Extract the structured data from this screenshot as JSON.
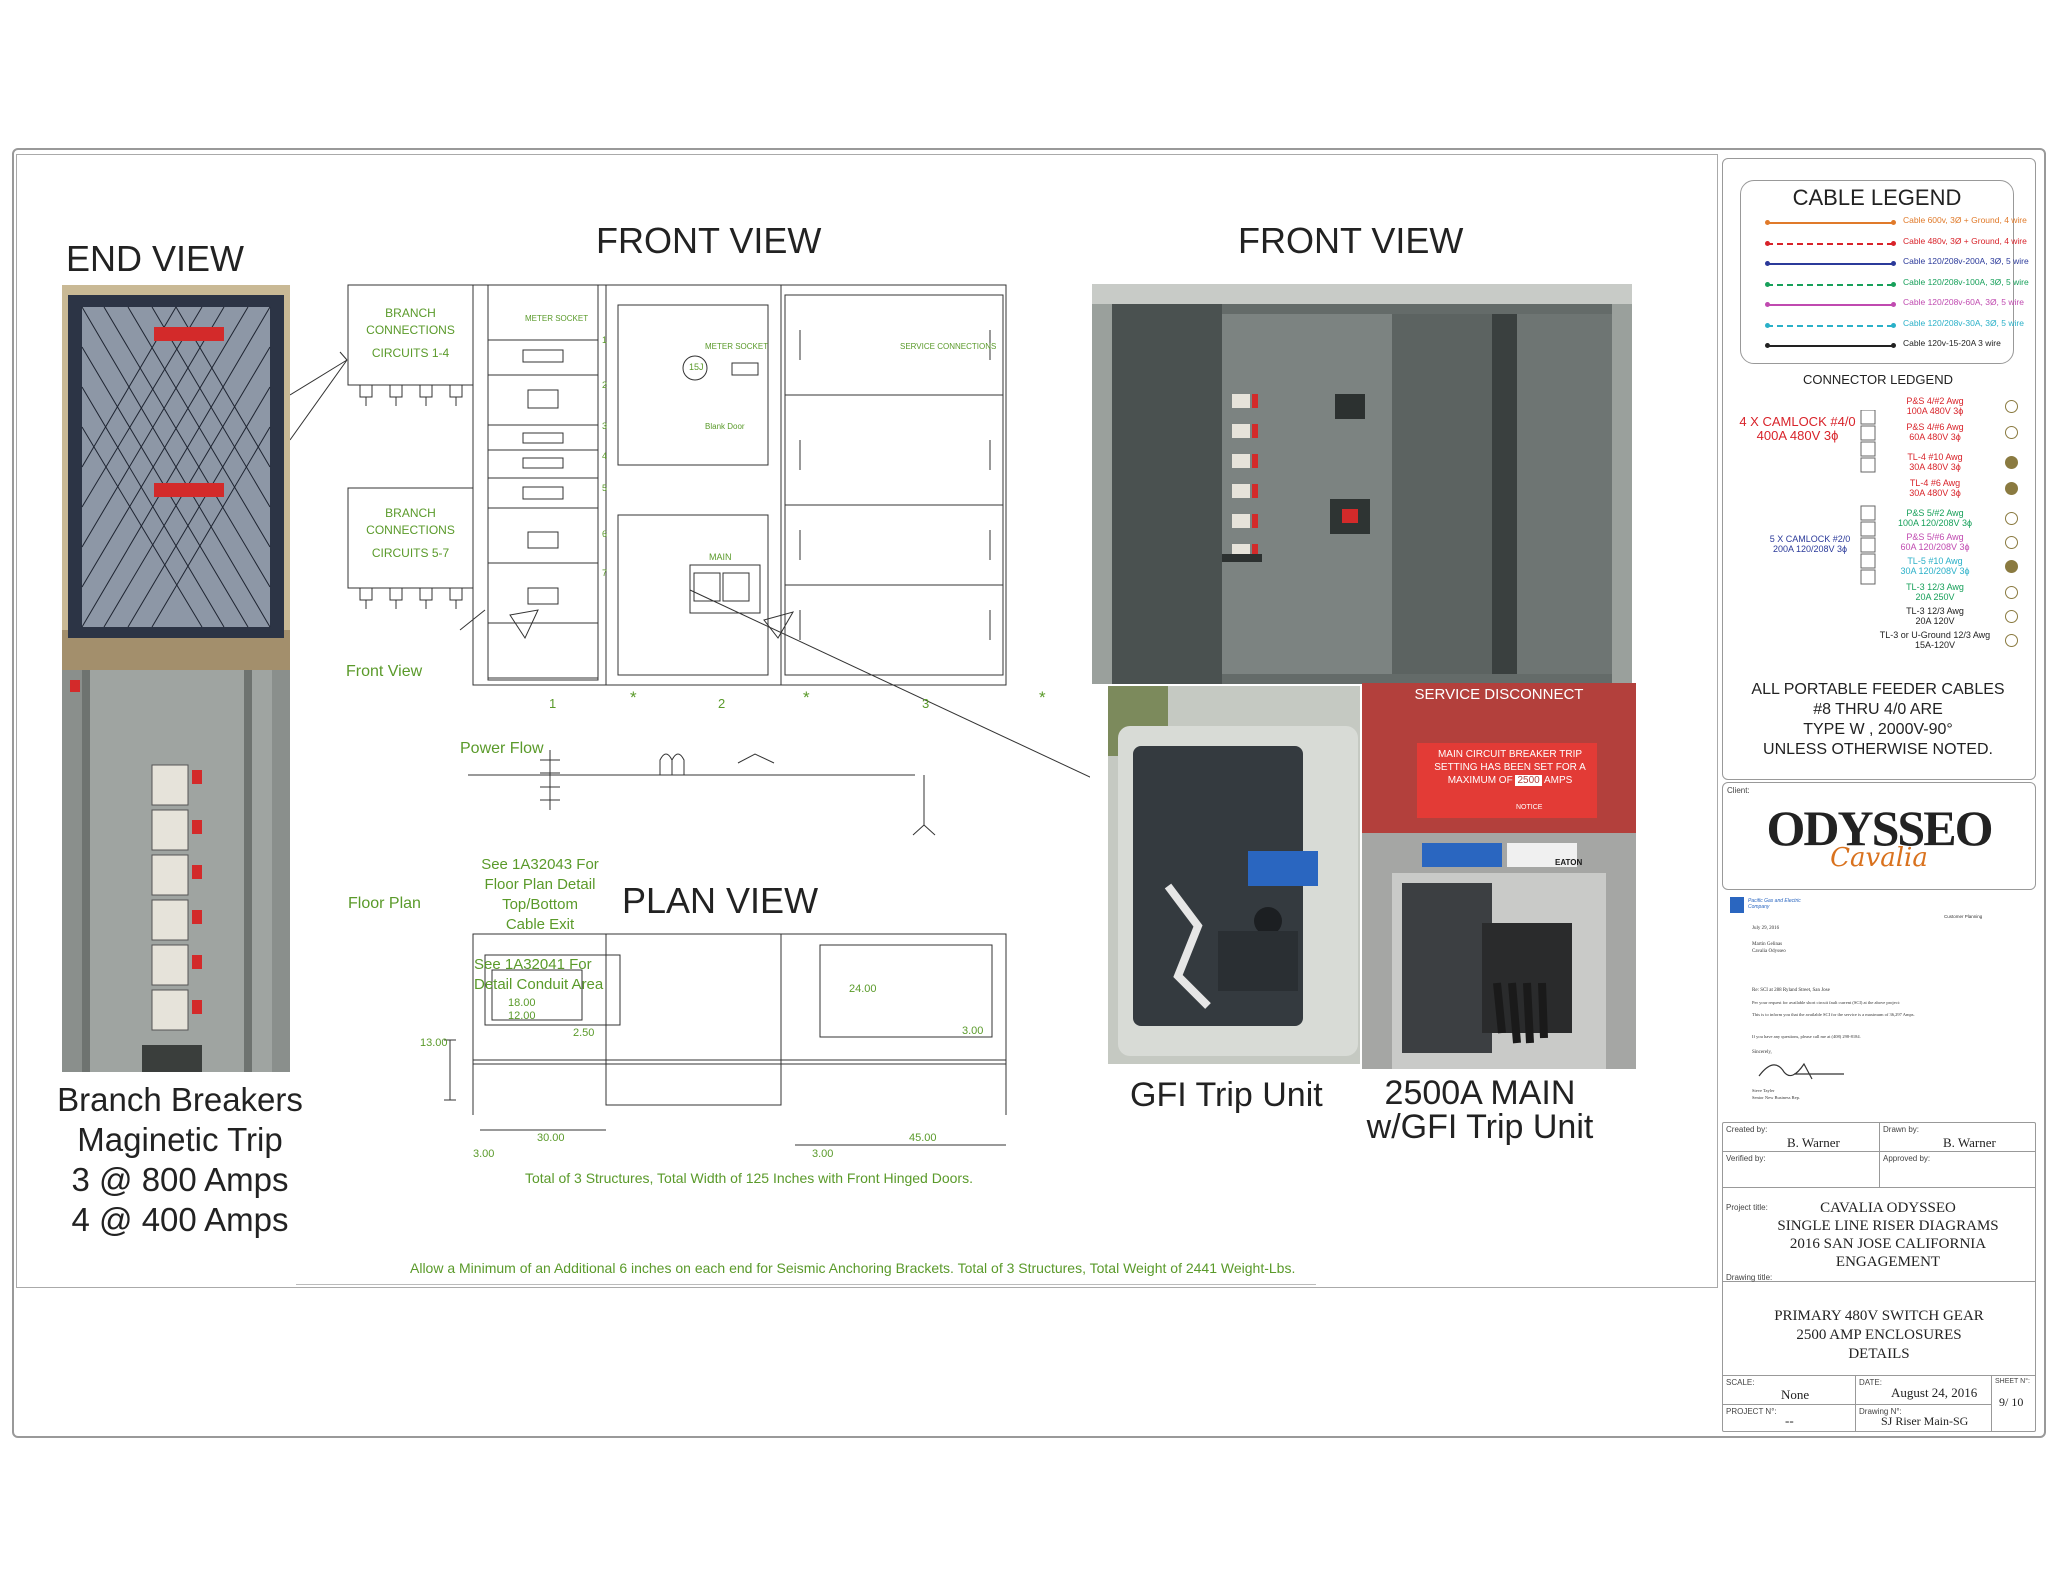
{
  "views": {
    "end_view": "END VIEW",
    "front_view_drawing": "FRONT VIEW",
    "front_view_photo": "FRONT VIEW",
    "plan_view": "PLAN VIEW"
  },
  "captions": {
    "branch_line1": "Branch Breakers",
    "branch_line2": "Maginetic Trip",
    "branch_line3": "3 @ 800 Amps",
    "branch_line4": "4 @ 400 Amps",
    "gfi": "GFI Trip Unit",
    "main_line1": "2500A MAIN",
    "main_line2": "w/GFI Trip Unit"
  },
  "drawing": {
    "branch_a_line1": "BRANCH",
    "branch_a_line2": "CONNECTIONS",
    "branch_a_line3": "CIRCUITS 1-4",
    "branch_b_line1": "BRANCH",
    "branch_b_line2": "CONNECTIONS",
    "branch_b_line3": "CIRCUITS 5-7",
    "meter_socket_1": "METER SOCKET",
    "meter_socket_2": "METER SOCKET",
    "meter_15j": "15J",
    "blank_door": "Blank Door",
    "service_connections": "SERVICE CONNECTIONS",
    "main": "MAIN",
    "front_view": "Front View",
    "power_flow": "Power Flow",
    "floor_plan": "Floor Plan",
    "note_1a32043_l1": "See 1A32043 For",
    "note_1a32043_l2": "Floor Plan Detail",
    "note_1a32043_l3": "Top/Bottom",
    "note_1a32043_l4": "Cable Exit",
    "note_1a32041_l1": "See 1A32041 For",
    "note_1a32041_l2": "Detail Conduit Area",
    "structures": [
      "1",
      "2",
      "3"
    ],
    "breaker_nums": [
      "1",
      "2",
      "3",
      "4",
      "5",
      "6",
      "7"
    ],
    "star": "*",
    "dims": {
      "d18": "18.00",
      "d12": "12.00",
      "d250": "2.50",
      "d13": "13.00",
      "d24": "24.00",
      "d3a": "3.00",
      "d30": "30.00",
      "d45": "45.00",
      "d3b": "3.00",
      "d3c": "3.00"
    },
    "total_note": "Total of 3 Structures, Total Width of 125 Inches with Front Hinged Doors.",
    "seismic_note": "Allow a Minimum of an Additional 6 inches on each end for Seismic Anchoring Brackets.   Total of 3 Structures, Total Weight of 2441 Weight-Lbs."
  },
  "photos": {
    "end_sign_1": "",
    "gfi_label": "",
    "service_disconnect": "SERVICE DISCONNECT",
    "main_cb_line1": "MAIN CIRCUIT BREAKER TRIP",
    "main_cb_line2": "SETTING HAS BEEN SET FOR A",
    "main_cb_line3": "MAXIMUM OF",
    "main_cb_amps": "2500",
    "main_cb_line3b": "AMPS",
    "eaton": "EATON",
    "notice": "NOTICE"
  },
  "cable_legend": {
    "title": "CABLE  LEGEND",
    "rows": [
      {
        "text": "Cable 600v, 3Ø + Ground, 4 wire",
        "color": "#e07a2a"
      },
      {
        "text": "Cable 480v, 3Ø + Ground, 4 wire",
        "color": "#d8232a"
      },
      {
        "text": "Cable 120/208v-200A, 3Ø, 5 wire",
        "color": "#2b3a9a"
      },
      {
        "text": "Cable 120/208v-100A, 3Ø, 5 wire",
        "color": "#17a05a"
      },
      {
        "text": "Cable 120/208v-60A, 3Ø, 5 wire",
        "color": "#c04ab0"
      },
      {
        "text": "Cable 120/208v-30A, 3Ø, 5 wire",
        "color": "#2ab0c8"
      },
      {
        "text": "Cable 120v-15-20A 3 wire",
        "color": "#222222"
      }
    ]
  },
  "connector_legend": {
    "title": "CONNECTOR LEDGEND",
    "camlock4_l1": "4 X CAMLOCK #4/0",
    "camlock4_l2": "400A 480V 3ϕ",
    "camlock5_l1": "5 X CAMLOCK #2/0",
    "camlock5_l2": "200A 120/208V 3ϕ",
    "items": [
      {
        "l1": "P&S 4/#2 Awg",
        "l2": "100A 480V 3ϕ",
        "color": "#d8232a"
      },
      {
        "l1": "P&S 4/#6 Awg",
        "l2": "60A 480V 3ϕ",
        "color": "#d8232a"
      },
      {
        "l1": "TL-4 #10 Awg",
        "l2": "30A 480V 3ϕ",
        "color": "#d8232a"
      },
      {
        "l1": "TL-4 #6 Awg",
        "l2": "30A 480V 3ϕ",
        "color": "#d8232a"
      },
      {
        "l1": "P&S 5/#2 Awg",
        "l2": "100A 120/208V 3ϕ",
        "color": "#17a05a"
      },
      {
        "l1": "P&S 5/#6 Awg",
        "l2": "60A 120/208V 3ϕ",
        "color": "#c04ab0"
      },
      {
        "l1": "TL-5 #10 Awg",
        "l2": "30A 120/208V 3ϕ",
        "color": "#2ab0c8"
      },
      {
        "l1": "TL-3 12/3 Awg",
        "l2": "20A 250V",
        "color": "#17a05a"
      },
      {
        "l1": "TL-3 12/3 Awg",
        "l2": "20A 120V",
        "color": "#222222"
      },
      {
        "l1": "TL-3 or U-Ground 12/3 Awg",
        "l2": "15A-120V",
        "color": "#222222"
      }
    ],
    "note_l1": "ALL PORTABLE FEEDER CABLES",
    "note_l2": "#8 THRU 4/0 ARE",
    "note_l3": "TYPE W , 2000V-90°",
    "note_l4": "UNLESS OTHERWISE NOTED."
  },
  "client": {
    "label": "Client:",
    "logo_main": "ODYSSEO",
    "logo_sub": "Cavalia"
  },
  "letter": {
    "company": "Pacific Gas and Electric Company",
    "dept": "Customer Planning",
    "date": "July 29, 2016",
    "recipient": "Martin Gelinas",
    "org": "Cavalia Odysseo",
    "re": "Re: SCI at 288 Ryland Street, San Jose",
    "body1": "Per your request for available short circuit fault current (SCI) at the above project:",
    "body2": "This is to inform you that the available SCI for the service is a maximum of 36,297 Amps.",
    "body3": "If you have any questions, please call me at (408) 298-8184.",
    "closing": "Sincerely,",
    "name": "Steve Tayler",
    "title": "Senior New Business Rep."
  },
  "title_block": {
    "created_by_label": "Created by:",
    "created_by": "B. Warner",
    "drawn_by_label": "Drawn by:",
    "drawn_by": "B. Warner",
    "verified_by_label": "Verified by:",
    "approved_by_label": "Approved by:",
    "project_title_label": "Project title:",
    "project_l1": "CAVALIA ODYSSEO",
    "project_l2": "SINGLE LINE RISER DIAGRAMS",
    "project_l3": "2016 SAN JOSE CALIFORNIA",
    "project_l4": "ENGAGEMENT",
    "drawing_title_label": "Drawing title:",
    "drawing_l1": "PRIMARY 480V SWITCH GEAR",
    "drawing_l2": "2500 AMP ENCLOSURES",
    "drawing_l3": "DETAILS",
    "scale_label": "SCALE:",
    "scale": "None",
    "date_label": "DATE:",
    "date": "August 24, 2016",
    "sheet_label": "SHEET N°:",
    "sheet": "9/ 10",
    "project_no_label": "PROJECT N°:",
    "project_no": "--",
    "drawing_no_label": "Drawing N°:",
    "drawing_no": "SJ Riser Main-SG"
  }
}
